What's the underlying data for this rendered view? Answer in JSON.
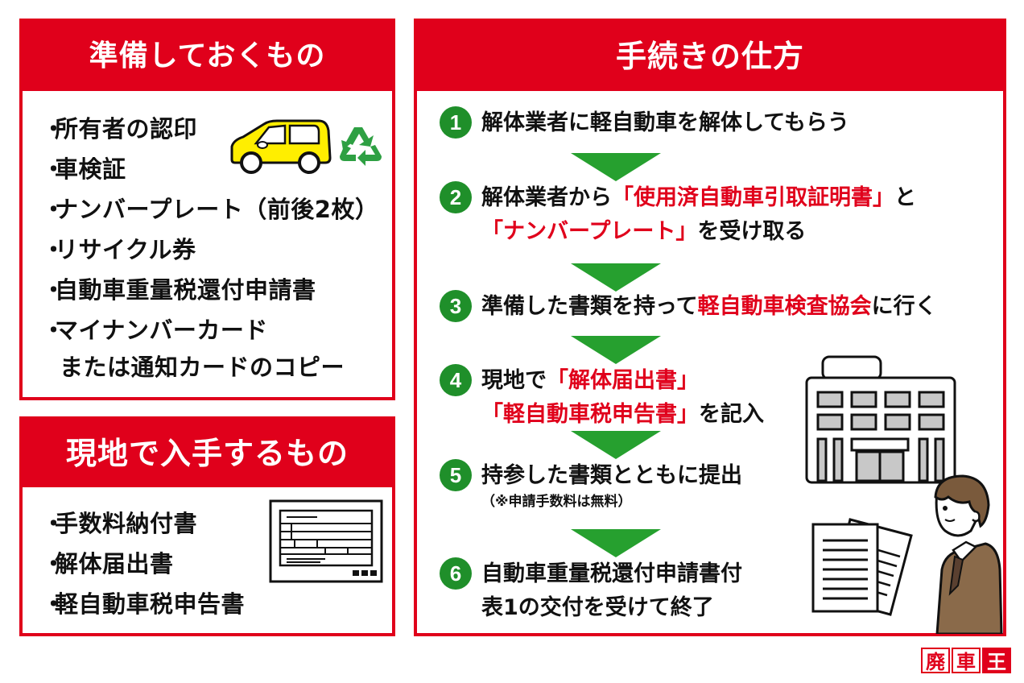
{
  "prepare": {
    "title": "準備しておくもの",
    "items": [
      "所有者の認印",
      "車検証",
      "ナンバープレート（前後2枚）",
      "リサイクル券",
      "自動車重量税還付申請書",
      "マイナンバーカード"
    ],
    "sub_note": "または通知カードのコピー",
    "icons": [
      "car-icon",
      "recycle-icon"
    ]
  },
  "onsite": {
    "title": "現地で入手するもの",
    "items": [
      "手数料納付書",
      "解体届出書",
      "軽自動車税申告書"
    ],
    "icons": [
      "form-document-icon"
    ]
  },
  "procedure": {
    "title": "手続きの仕方",
    "steps": [
      {
        "num": "1",
        "line1": "解体業者に軽自動車を解体してもらう"
      },
      {
        "num": "2",
        "line1_a": "解体業者から",
        "line1_red": "「使用済自動車引取証明書」",
        "line1_b": "と",
        "line2_red": "「ナンバープレート」",
        "line2_b": "を受け取る"
      },
      {
        "num": "3",
        "line1_a": "準備した書類を持って",
        "line1_red": "軽自動車検査協会",
        "line1_b": "に行く"
      },
      {
        "num": "4",
        "line1_a": "現地で",
        "line1_red": "「解体届出書」",
        "line2_red": "「軽自動車税申告書」",
        "line2_b": "を記入"
      },
      {
        "num": "5",
        "line1": "持参した書類とともに提出",
        "note": "（※申請手数料は無料）"
      },
      {
        "num": "6",
        "line1": "自動車重量税還付申請書付",
        "line2": "表1の交付を受けて終了"
      }
    ],
    "icons": [
      "office-building-icon",
      "businessman-icon",
      "documents-icon"
    ]
  },
  "logo": {
    "chars": [
      "廃",
      "車",
      "王"
    ]
  },
  "colors": {
    "accent_red": "#e0001b",
    "step_green": "#1f8f2a",
    "arrow_green": "#26a02f",
    "car_yellow": "#ffee00",
    "recycle_green": "#2ea043"
  }
}
